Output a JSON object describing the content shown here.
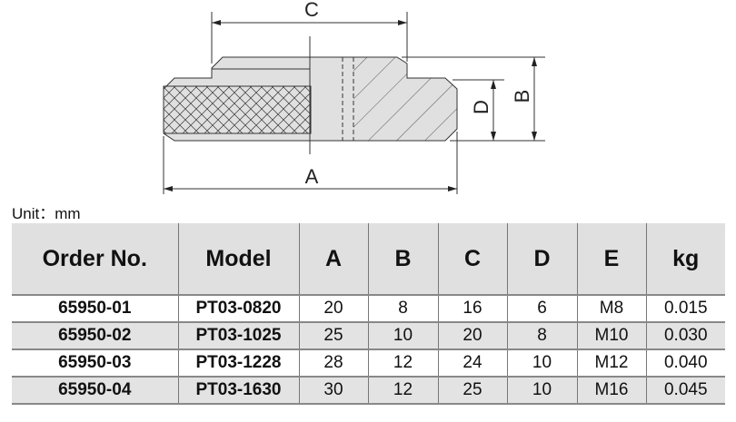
{
  "drawing": {
    "labels": {
      "a": "A",
      "b": "B",
      "c": "C",
      "d": "D"
    }
  },
  "unit_label": "Unit：mm",
  "table": {
    "headers": [
      "Order No.",
      "Model",
      "A",
      "B",
      "C",
      "D",
      "E",
      "kg"
    ],
    "rows": [
      [
        "65950-01",
        "PT03-0820",
        "20",
        "8",
        "16",
        "6",
        "M8",
        "0.015"
      ],
      [
        "65950-02",
        "PT03-1025",
        "25",
        "10",
        "20",
        "8",
        "M10",
        "0.030"
      ],
      [
        "65950-03",
        "PT03-1228",
        "28",
        "12",
        "24",
        "10",
        "M12",
        "0.040"
      ],
      [
        "65950-04",
        "PT03-1630",
        "30",
        "12",
        "25",
        "10",
        "M16",
        "0.045"
      ]
    ]
  }
}
